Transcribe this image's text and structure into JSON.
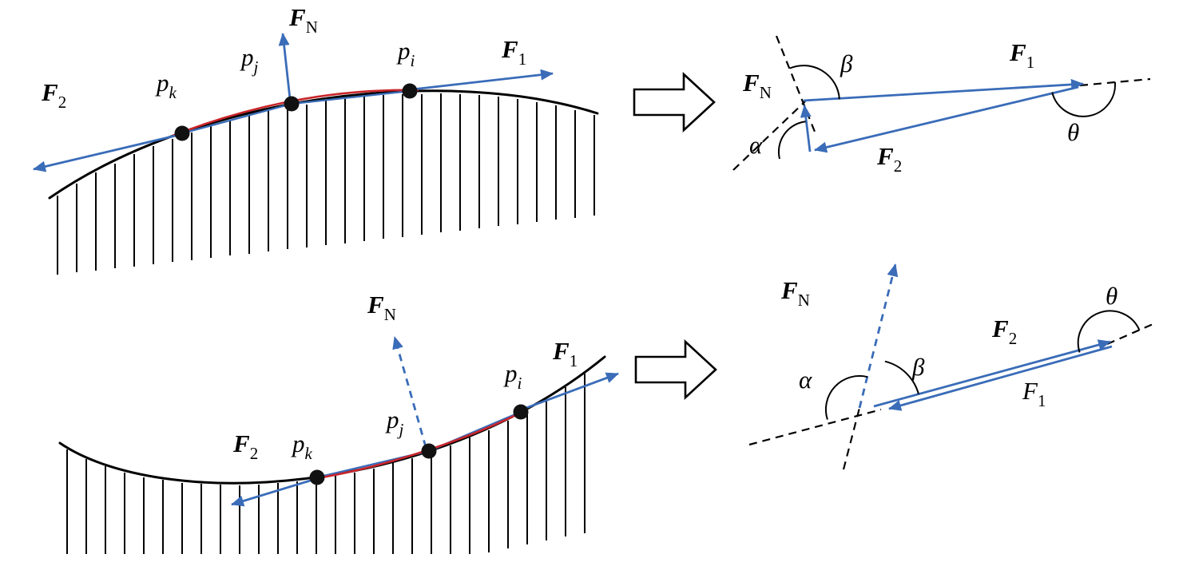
{
  "colors": {
    "vector_blue": "#3a6cb8",
    "highlight_red": "#c9252b",
    "line_black": "#000000",
    "background": "#ffffff"
  },
  "symbols": {
    "force": "F",
    "point": "p",
    "sub_normal": "N",
    "sub_one": "1",
    "sub_two": "2",
    "sub_k": "k",
    "sub_j": "j",
    "sub_i": "i",
    "alpha": "α",
    "beta": "β",
    "theta": "θ"
  },
  "panels": {
    "top_left_surface": {
      "labels": [
        "F_N",
        "F_1",
        "F_2",
        "p_k",
        "p_j",
        "p_i"
      ]
    },
    "top_right_force_diagram": {
      "labels": [
        "F_N",
        "β",
        "F_1",
        "θ",
        "α",
        "F_2"
      ]
    },
    "bottom_left_surface": {
      "labels": [
        "F_N",
        "F_1",
        "F_2",
        "p_k",
        "p_j",
        "p_i"
      ]
    },
    "bottom_right_force_diagram": {
      "labels": [
        "F_N",
        "θ",
        "α",
        "β",
        "F_2",
        "F_1"
      ]
    }
  }
}
